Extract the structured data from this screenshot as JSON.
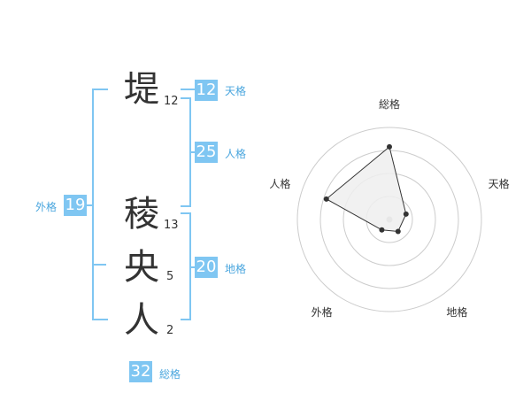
{
  "name_chars": [
    {
      "char": "堤",
      "strokes": "12"
    },
    {
      "char": "稜",
      "strokes": "13"
    },
    {
      "char": "央",
      "strokes": "5"
    },
    {
      "char": "人",
      "strokes": "2"
    }
  ],
  "kakusu": {
    "tenkaku": {
      "value": "12",
      "label": "天格"
    },
    "jinkaku": {
      "value": "25",
      "label": "人格"
    },
    "chikaku": {
      "value": "20",
      "label": "地格"
    },
    "gaikaku": {
      "value": "19",
      "label": "外格"
    },
    "soukaku": {
      "value": "32",
      "label": "総格"
    }
  },
  "chart_data": {
    "type": "radar",
    "axes": [
      "総格",
      "天格",
      "地格",
      "外格",
      "人格"
    ],
    "values": [
      0.79,
      0.19,
      0.16,
      0.14,
      0.72
    ],
    "max": 1,
    "rings": 4,
    "colors": {
      "fill": "#eeeeee",
      "line": "#333333",
      "grid": "#cccccc",
      "center": "#bbbbbb"
    }
  }
}
